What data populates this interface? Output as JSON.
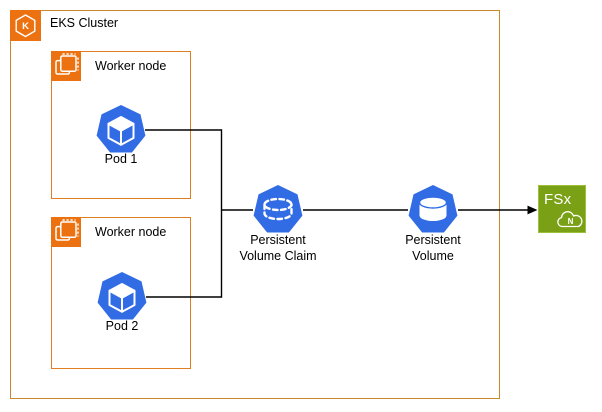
{
  "cluster": {
    "label": "EKS Cluster",
    "icon_letter": "K"
  },
  "worker_nodes": [
    {
      "label": "Worker node",
      "pod_label": "Pod 1"
    },
    {
      "label": "Worker node",
      "pod_label": "Pod 2"
    }
  ],
  "pvc": {
    "label_line1": "Persistent",
    "label_line2": "Volume Claim"
  },
  "pv": {
    "label_line1": "Persistent",
    "label_line2": "Volume"
  },
  "fsx": {
    "label": "FSx",
    "cloud_letter": "N"
  },
  "colors": {
    "cluster_border": "#C8882B",
    "node_border": "#E07E23",
    "aws_orange": "#EC7211",
    "k8s_blue": "#326CE5",
    "fsx_green": "#7AA116",
    "fsx_green_light": "#9CBE3B",
    "line": "#000000",
    "text": "#000000",
    "background": "#FFFFFF"
  }
}
